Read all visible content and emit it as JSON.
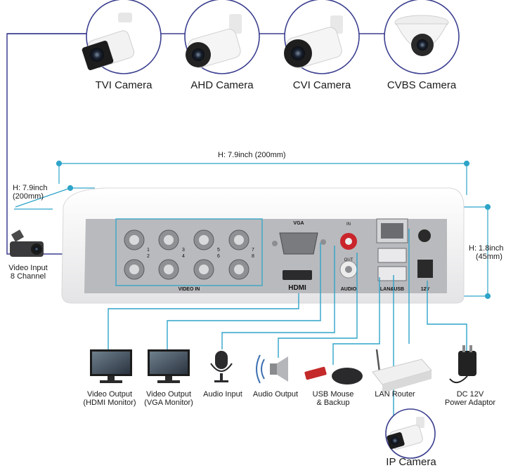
{
  "cameras": [
    {
      "label": "TVI Camera",
      "icon": "bullet-camera-icon"
    },
    {
      "label": "AHD Camera",
      "icon": "bullet-camera-icon"
    },
    {
      "label": "CVI Camera",
      "icon": "bullet-camera-icon"
    },
    {
      "label": "CVBS Camera",
      "icon": "dome-camera-icon"
    }
  ],
  "dimensions": {
    "width": "H: 7.9inch (200mm)",
    "depth_line1": "H: 7.9inch",
    "depth_line2": "(200mm)",
    "height_line1": "H: 1.8inch",
    "height_line2": "(45mm)"
  },
  "video_input": {
    "line1": "Video Input",
    "line2": "8 Channel"
  },
  "dvr": {
    "video_in": "VIDEO IN",
    "vga": "VGA",
    "hdmi": "HDMI",
    "audio": "AUDIO",
    "audio_in": "IN",
    "audio_out": "OUT",
    "lan_usb": "LAN&USB",
    "power": "12V",
    "channels": [
      "1",
      "2",
      "3",
      "4",
      "5",
      "6",
      "7",
      "8"
    ]
  },
  "outputs": [
    {
      "line1": "Video Output",
      "line2": "(HDMI Monitor)"
    },
    {
      "line1": "Video Output",
      "line2": "(VGA Monitor)"
    },
    {
      "line1": "Audio Input",
      "line2": ""
    },
    {
      "line1": "Audio Output",
      "line2": ""
    },
    {
      "line1": "USB Mouse",
      "line2": "& Backup"
    },
    {
      "line1": "LAN Router",
      "line2": ""
    },
    {
      "line1": "DC 12V",
      "line2": "Power Adaptor"
    }
  ],
  "ip_camera": {
    "label": "IP Camera"
  },
  "colors": {
    "line": "#2fa4c9",
    "cam_line": "#3b3f8f",
    "panel": "#b9babd"
  }
}
